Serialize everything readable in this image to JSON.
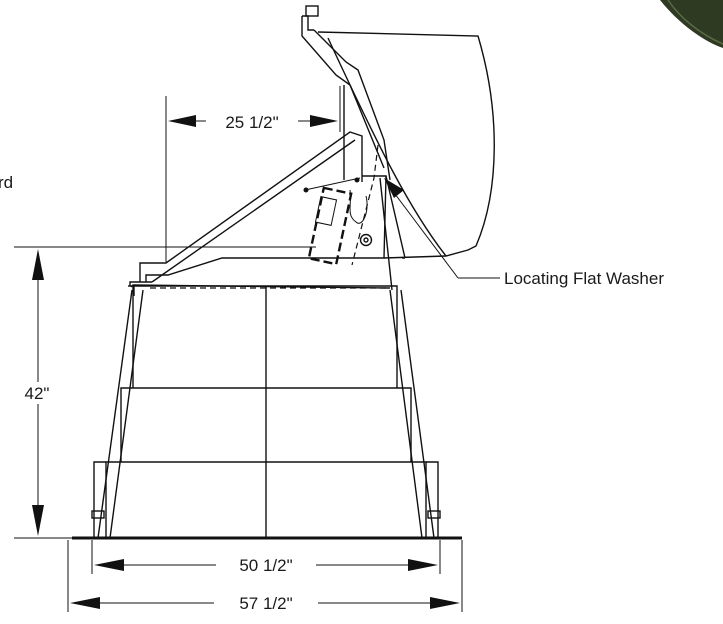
{
  "dimensions": {
    "top_offset": "25 1/2\"",
    "height": "42\"",
    "inner_width": "50 1/2\"",
    "base_width": "57 1/2\""
  },
  "callouts": {
    "locating_flat_washer": "Locating Flat Washer",
    "cut_off_left": "rd"
  }
}
